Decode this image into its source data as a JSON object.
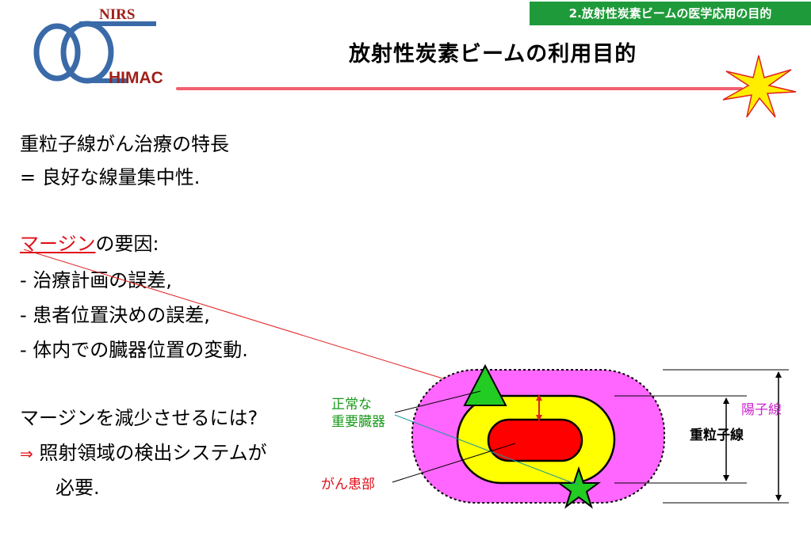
{
  "header": {
    "section_tag": "2.放射性炭素ビームの医学応用の目的",
    "title": "放射性炭素ビームの利用目的",
    "logo_top_text": "NIRS",
    "logo_bottom_text": "HIMAC"
  },
  "body": {
    "line1": "重粒子線がん治療の特長",
    "line2": "= 良好な線量集中性.",
    "margin_word": "マージン",
    "margin_suffix": "の要因:",
    "factor1": "- 治療計画の誤差,",
    "factor2": "- 患者位置決めの誤差,",
    "factor3": "- 体内での臓器位置の変動.",
    "question": "マージンを減少させるには?",
    "arrow_symbol": "⇒",
    "answer1": "照射領域の検出システムが",
    "answer2": "必要."
  },
  "diagram": {
    "label_organ_line1": "正常な",
    "label_organ_line2": "重要臓器",
    "label_tumor": "がん患部",
    "label_positron": "陽子線",
    "label_heavy_ion": "重粒子線"
  },
  "colors": {
    "tag_bg": "#1f9a3a",
    "accent_red": "#e0101a",
    "magenta": "#ff66ff",
    "yellow": "#ffff00",
    "tumor": "#ff0000",
    "organ_green": "#22cc22",
    "logo_blue": "#3a6aa8"
  }
}
